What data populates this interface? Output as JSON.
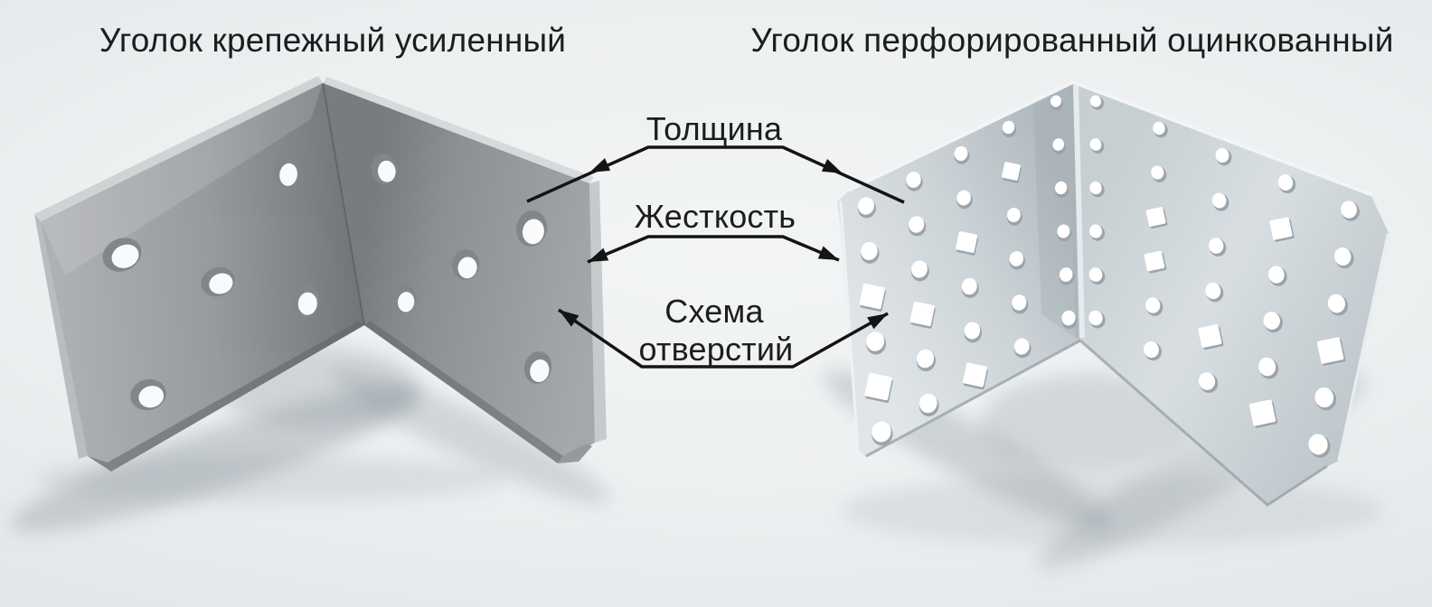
{
  "comparison": {
    "left_product": {
      "title": "Уголок крепежный усиленный"
    },
    "right_product": {
      "title": "Уголок перфорированный оцинкованный"
    },
    "feature_callouts": {
      "thickness": {
        "label": "Толщина"
      },
      "rigidity": {
        "label": "Жесткость"
      },
      "hole_pattern": {
        "label": "Схема отверстий",
        "line1": "Схема",
        "line2": "отверстий"
      }
    },
    "colors": {
      "background": "#e9edef",
      "text": "#1c1d1e",
      "arrow": "#141414",
      "steel_face": "#94979a",
      "steel_edge": "#cdd0d2",
      "zinc_face": "#d3dadd",
      "hole": "#ffffff"
    }
  }
}
